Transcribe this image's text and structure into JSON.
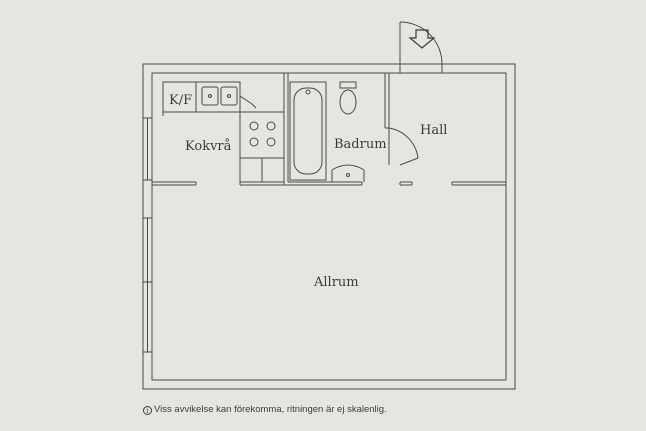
{
  "rooms": {
    "kf": "K/F",
    "kokvra": "Kokvrå",
    "badrum": "Badrum",
    "hall": "Hall",
    "allrum": "Allrum"
  },
  "footer": {
    "info_icon": "i",
    "disclaimer": "Viss avvikelse kan förekomma, ritningen är ej skalenlig."
  },
  "colors": {
    "paper": "#e6e5df",
    "ink": "#4a4a47"
  }
}
